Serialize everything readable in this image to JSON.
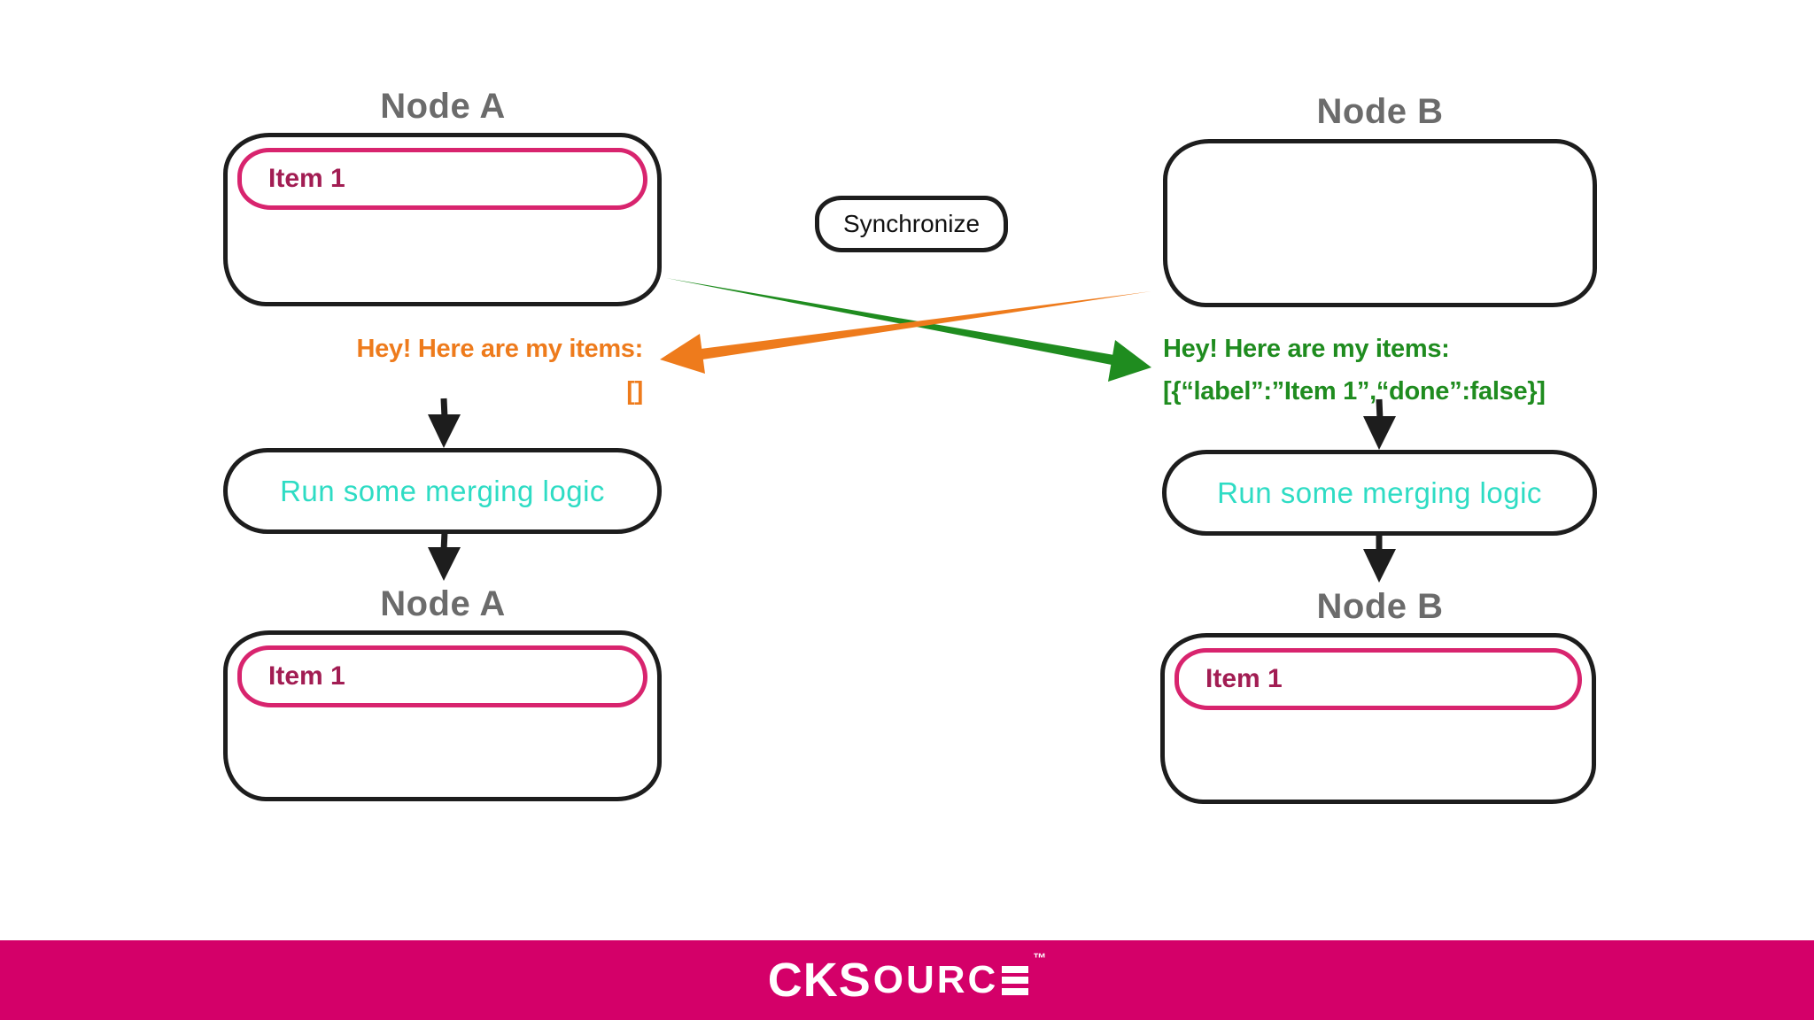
{
  "colors": {
    "background": "#ffffff",
    "ink": "#1d1d1d",
    "title_gray": "#6b6b6b",
    "item_pink_border": "#d8246e",
    "item_text": "#a21d53",
    "teal": "#2edcc4",
    "orange": "#ee7b1c",
    "green": "#1f8c1f",
    "banner": "#d40069",
    "logo_white": "#ffffff"
  },
  "diagram": {
    "top_left_node": {
      "title": "Node A",
      "items": [
        "Item 1"
      ]
    },
    "top_right_node": {
      "title": "Node B",
      "items": []
    },
    "sync_button_label": "Synchronize",
    "message_from_b_to_a": {
      "line1": "Hey! Here are my items:",
      "payload": "[]"
    },
    "message_from_a_to_b": {
      "line1": "Hey! Here are my items:",
      "payload": "[{“label”:”Item 1”,“done”:false}]"
    },
    "merge_left_label": "Run some merging logic",
    "merge_right_label": "Run some merging logic",
    "bottom_left_node": {
      "title": "Node A",
      "items": [
        "Item 1"
      ]
    },
    "bottom_right_node": {
      "title": "Node B",
      "items": [
        "Item 1"
      ]
    }
  },
  "footer": {
    "logo_part1": "CKS",
    "logo_part2": "OURC",
    "logo_e_icon": "three-bar-E",
    "trademark": "™"
  }
}
